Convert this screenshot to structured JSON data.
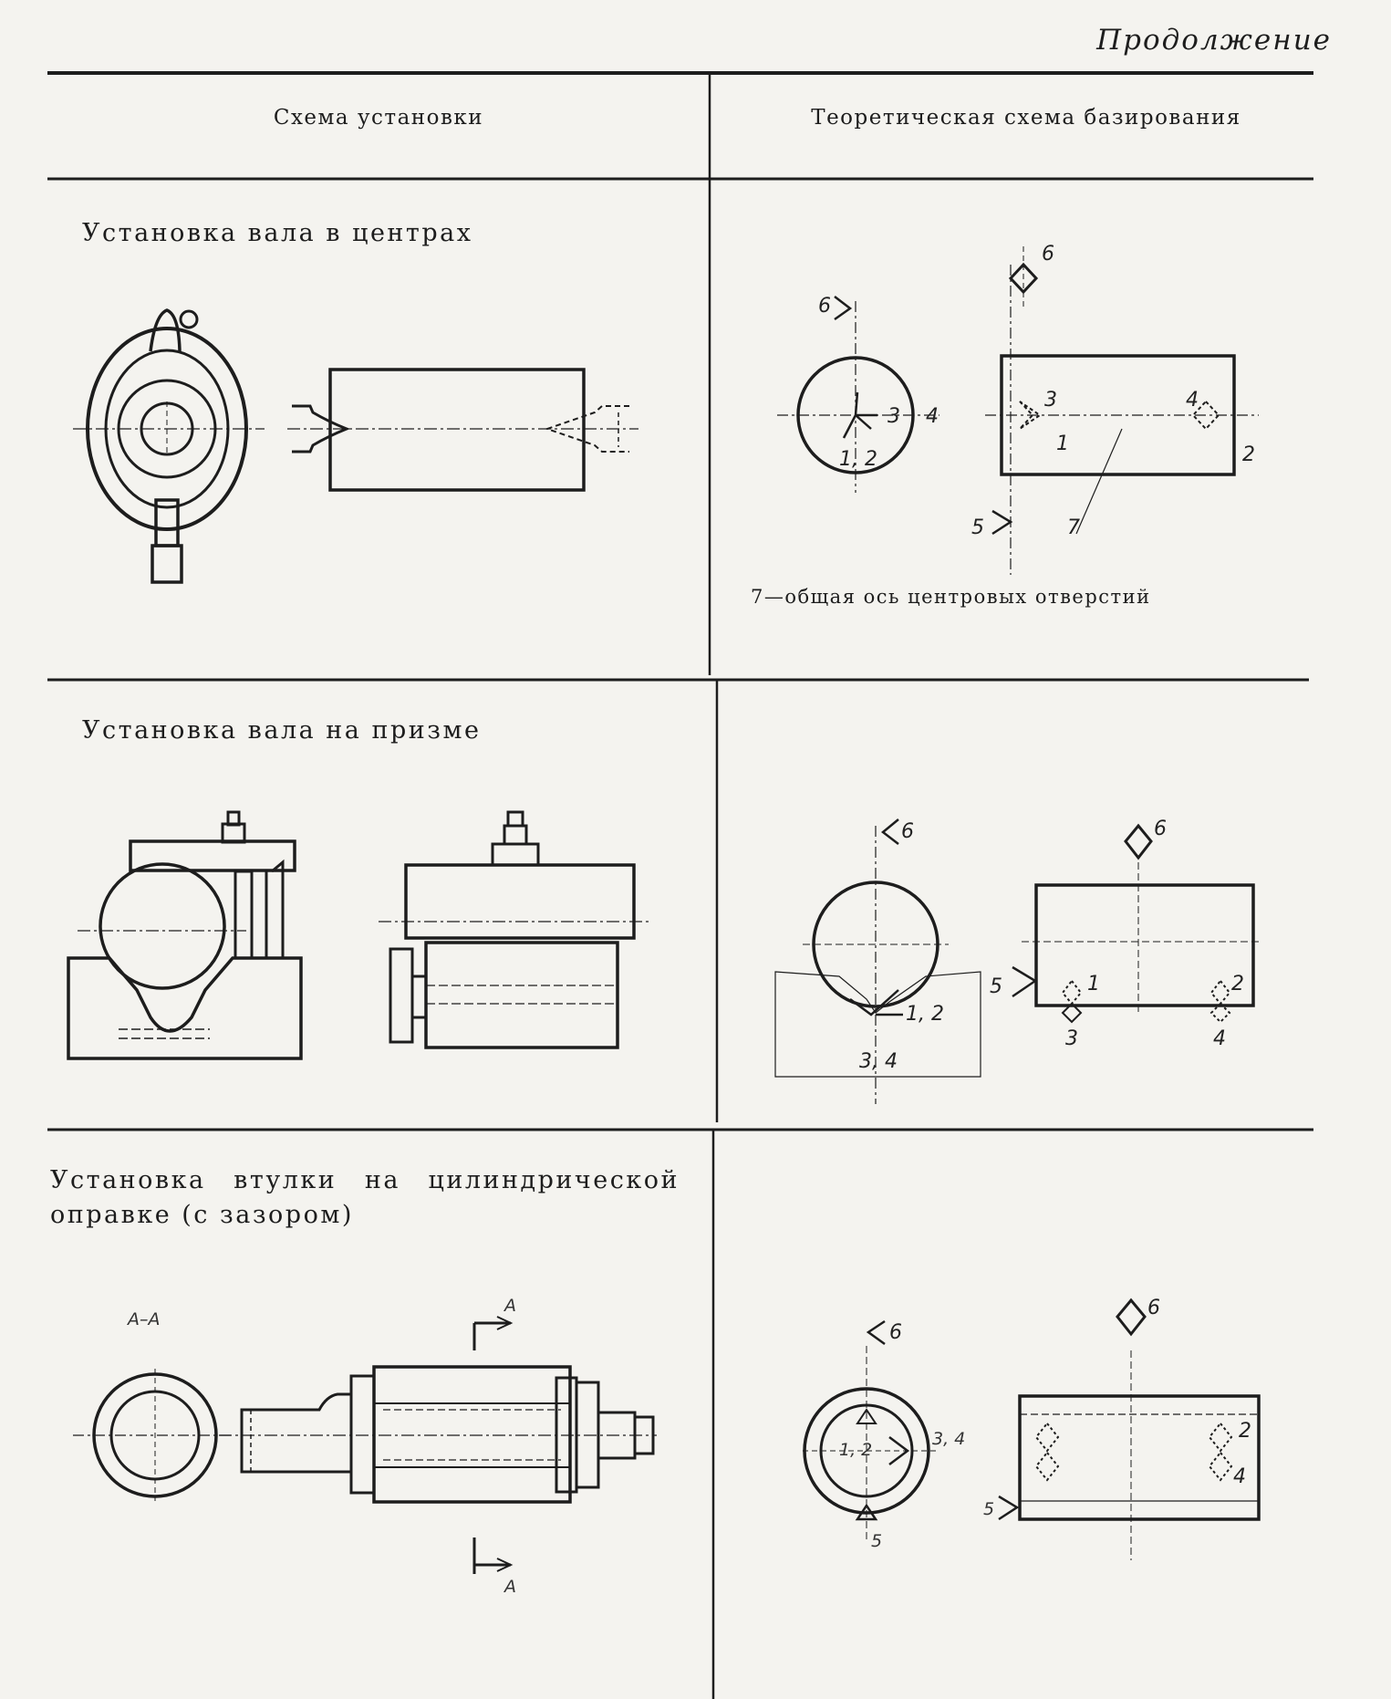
{
  "page": {
    "continuation": "Продолжение"
  },
  "table": {
    "columns": [
      "Схема установки",
      "Теоретическая схема базирования"
    ],
    "rows": [
      {
        "title": "Установка вала в центрах",
        "legend": "7—общая ось центровых отверстий",
        "labels": [
          "6",
          "1, 2",
          "3",
          "4",
          "3",
          "1",
          "4",
          "2",
          "5",
          "7",
          "6"
        ]
      },
      {
        "title": "Установка вала на призме",
        "labels": [
          "6",
          "1, 2",
          "3, 4",
          "6",
          "5",
          "1",
          "2",
          "3",
          "4"
        ]
      },
      {
        "title_line1": "Установка втулки на цилиндрической",
        "title_line2": "оправке (с зазором)",
        "section_marks": [
          "А",
          "А"
        ],
        "section_label": "А–А",
        "labels": [
          "6",
          "1, 2",
          "3, 4",
          "5",
          "6",
          "2",
          "4",
          "5"
        ]
      }
    ]
  }
}
